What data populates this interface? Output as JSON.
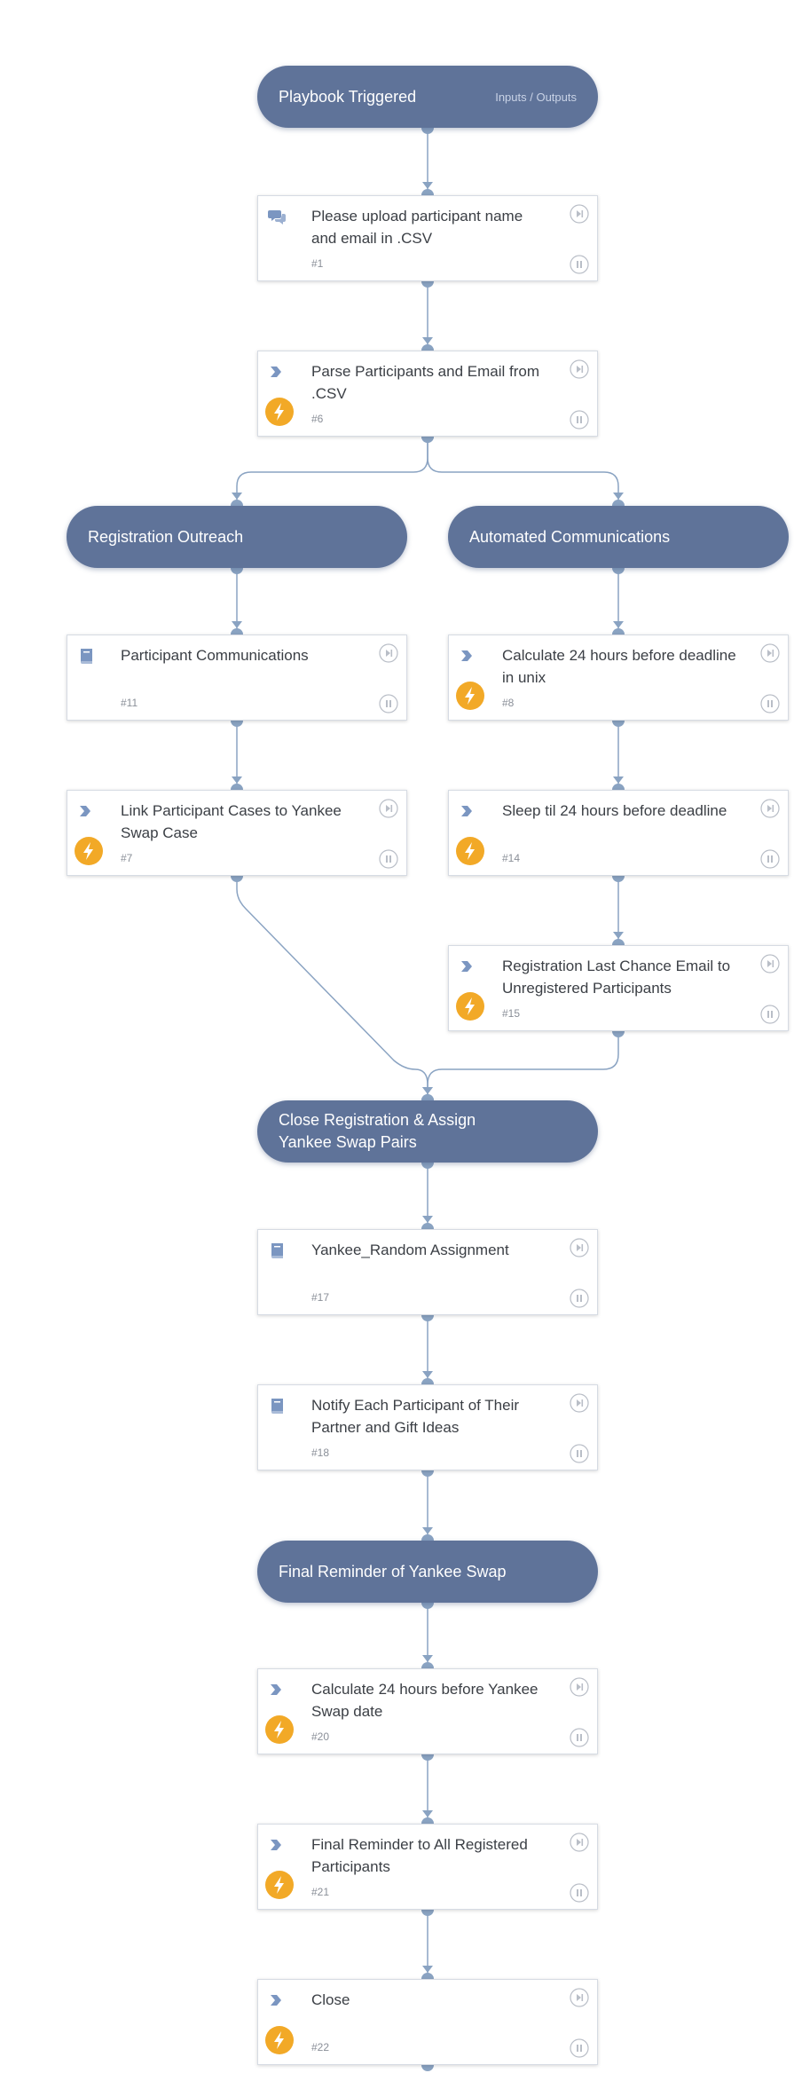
{
  "trigger": {
    "title": "Playbook Triggered",
    "io_link": "Inputs / Outputs"
  },
  "sections": {
    "registration_outreach": "Registration Outreach",
    "automated_communications": "Automated Communications",
    "close_registration": "Close Registration & Assign\nYankee Swap Pairs",
    "final_reminder": "Final Reminder of Yankee Swap"
  },
  "tasks": [
    {
      "type": "data-collection",
      "name": "Please upload participant name and email in .CSV",
      "number": "#1"
    },
    {
      "type": "automated",
      "name": "Parse Participants and Email from .CSV",
      "number": "#6"
    },
    {
      "type": "sub-playbook",
      "name": "Participant Communications",
      "number": "#11"
    },
    {
      "type": "automated",
      "name": "Calculate 24 hours before deadline in unix",
      "number": "#8"
    },
    {
      "type": "automated",
      "name": "Link Participant Cases to Yankee Swap Case",
      "number": "#7"
    },
    {
      "type": "automated",
      "name": "Sleep til 24 hours before deadline",
      "number": "#14"
    },
    {
      "type": "automated",
      "name": "Registration Last Chance Email to Unregistered Participants",
      "number": "#15"
    },
    {
      "type": "sub-playbook",
      "name": "Yankee_Random Assignment",
      "number": "#17"
    },
    {
      "type": "sub-playbook",
      "name": "Notify Each Participant of Their Partner and Gift Ideas",
      "number": "#18"
    },
    {
      "type": "automated",
      "name": "Calculate 24 hours before Yankee Swap date",
      "number": "#20"
    },
    {
      "type": "automated",
      "name": "Final Reminder to All Registered Participants",
      "number": "#21"
    },
    {
      "type": "automated",
      "name": "Close",
      "number": "#22"
    }
  ],
  "icons": {
    "data_collection": "chat-bubbles-icon",
    "automated": "chevron-right-icon",
    "sub_playbook": "book-icon",
    "bolt": "lightning-bolt-icon",
    "skip": "skip-icon",
    "pause": "pause-icon"
  },
  "colors": {
    "section_fill": "#5f7399",
    "connector": "#8aa3c2",
    "bolt_badge": "#f2a927",
    "task_text": "#3b3f45",
    "icon_blue": "#7b96c1"
  }
}
